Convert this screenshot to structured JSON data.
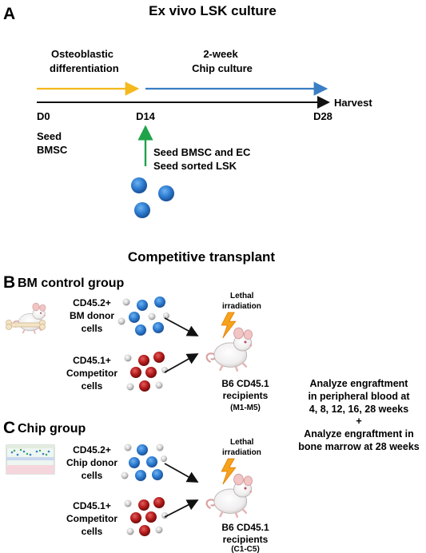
{
  "panel_a": {
    "letter": "A",
    "title": "Ex vivo LSK culture",
    "phase1": [
      "Osteoblastic",
      "differentiation"
    ],
    "phase2": [
      "2-week",
      "Chip culture"
    ],
    "harvest": "Harvest",
    "d0": "D0",
    "d14": "D14",
    "d28": "D28",
    "seed_bmsc": [
      "Seed",
      "BMSC"
    ],
    "seed_d14": [
      "Seed BMSC and EC",
      "Seed sorted LSK"
    ],
    "colors": {
      "phase1_arrow": "#f5b81e",
      "phase2_arrow": "#3a7ec6",
      "seed_arrow": "#1fa34a",
      "lsk_cell": "#2e7dd1"
    }
  },
  "competitive_title": "Competitive transplant",
  "panel_b": {
    "letter": "B",
    "title": "BM control group",
    "donor": [
      "CD45.2+",
      "BM donor",
      "cells"
    ],
    "competitor": [
      "CD45.1+",
      "Competitor",
      "cells"
    ],
    "irradiation": [
      "Lethal",
      "irradiation"
    ],
    "recipients": [
      "B6 CD45.1",
      "recipients"
    ],
    "ids": "(M1-M5)"
  },
  "panel_c": {
    "letter": "C",
    "title": "Chip group",
    "donor": [
      "CD45.2+",
      "Chip donor",
      "cells"
    ],
    "competitor": [
      "CD45.1+",
      "Competitor",
      "cells"
    ],
    "irradiation": [
      "Lethal",
      "irradiation"
    ],
    "recipients": [
      "B6 CD45.1",
      "recipients"
    ],
    "ids": "(C1-C5)"
  },
  "analysis": [
    "Analyze engraftment",
    "in peripheral blood at",
    "4, 8, 12, 16, 28 weeks",
    "+",
    "Analyze engraftment in",
    "bone marrow at 28 weeks"
  ]
}
